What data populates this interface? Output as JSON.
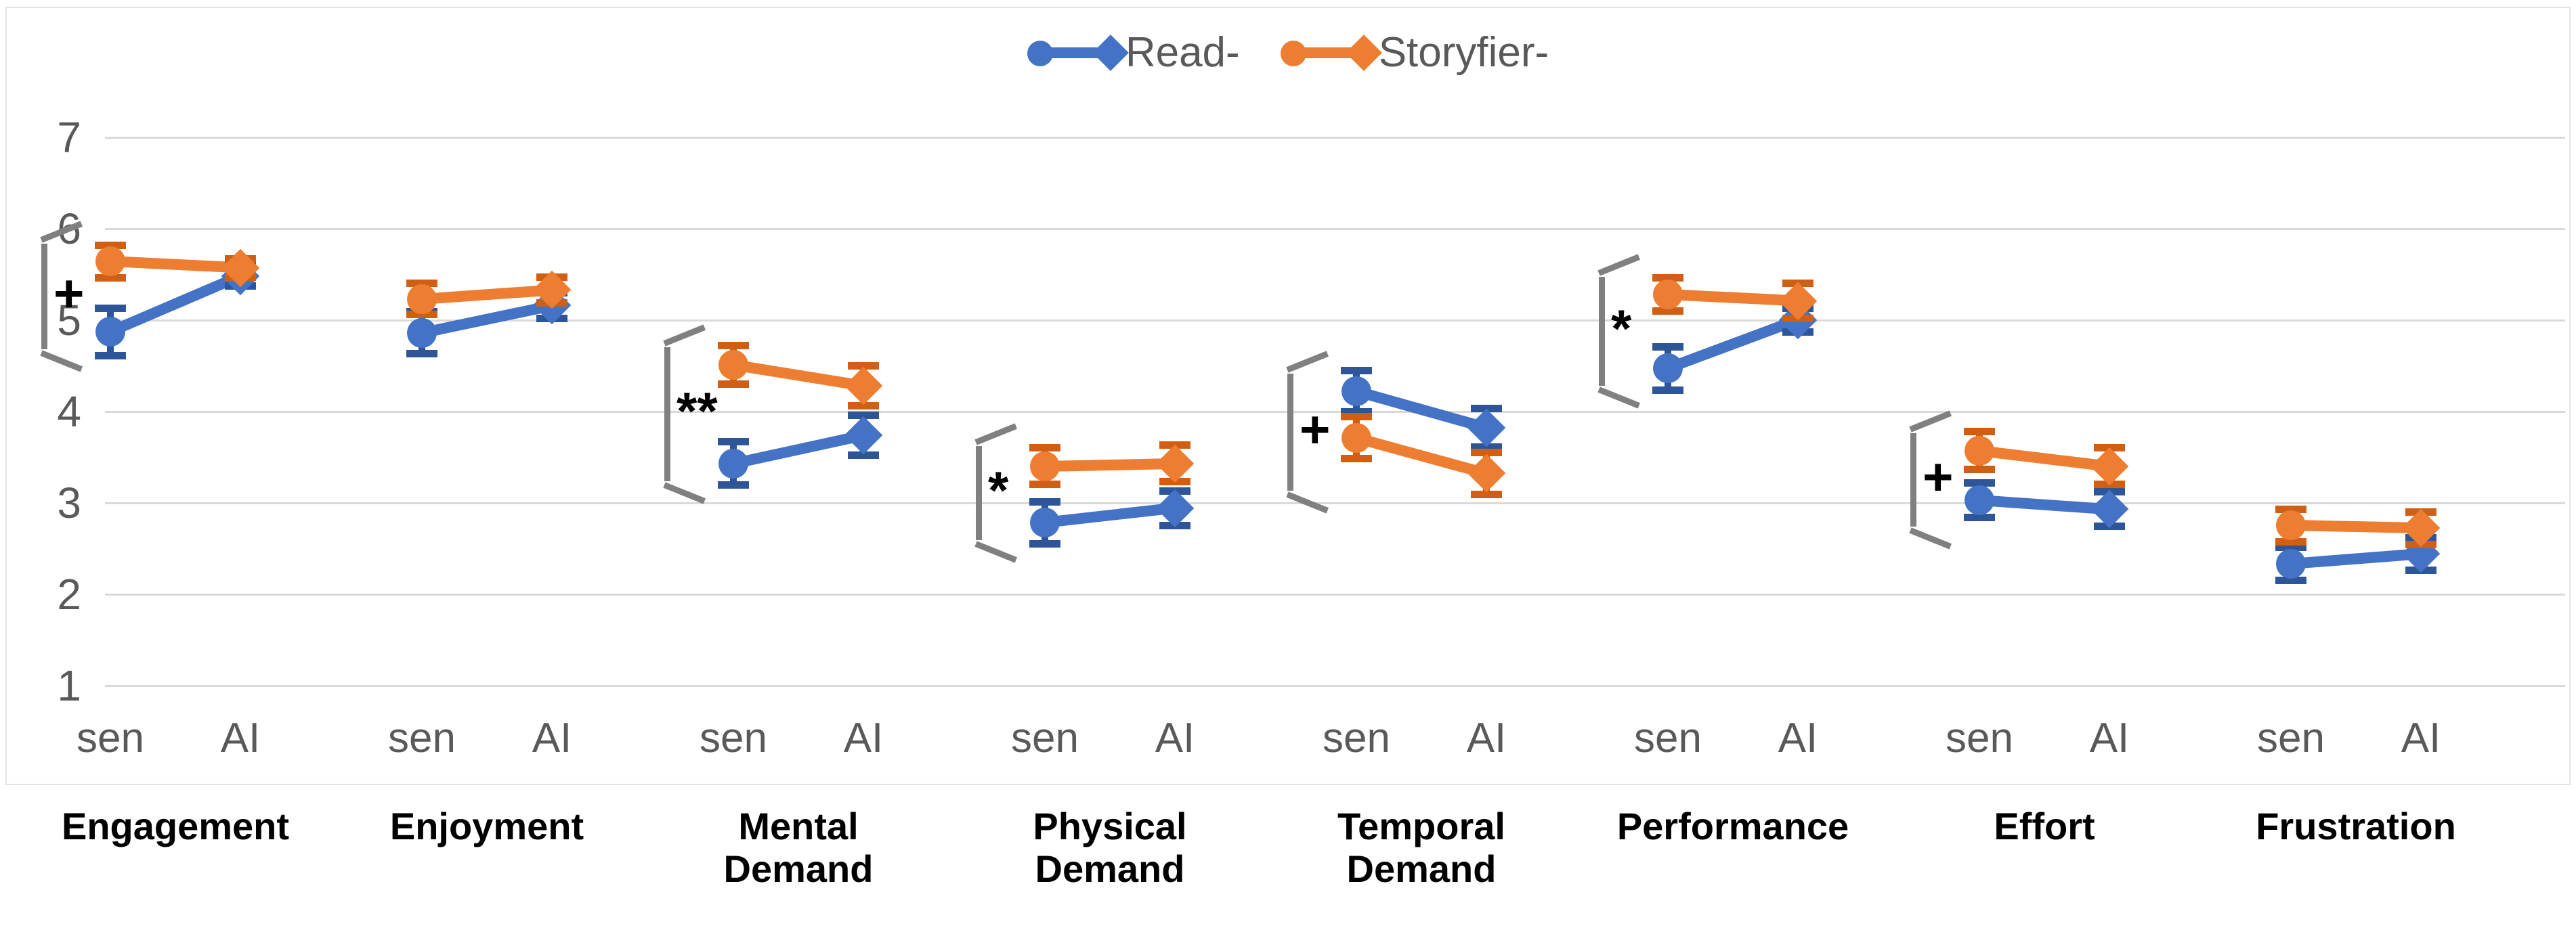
{
  "chart_data": {
    "type": "line",
    "title": "",
    "xlabel": "",
    "ylabel": "",
    "ylim": [
      1,
      7
    ],
    "yticks": [
      "1",
      "2",
      "3",
      "4",
      "5",
      "6",
      "7"
    ],
    "grid": true,
    "legend_position": "top-center",
    "legend": [
      {
        "name": "Read-",
        "color": "#4472C4"
      },
      {
        "name": "Storyfier-",
        "color": "#ED7D31"
      }
    ],
    "x_conditions": [
      "sen",
      "AI"
    ],
    "categories": [
      "Engagement",
      "Enjoyment",
      "Mental Demand",
      "Physical Demand",
      "Temporal Demand",
      "Performance",
      "Effort",
      "Frustration"
    ],
    "category_lines": [
      [
        "Engagement"
      ],
      [
        "Enjoyment"
      ],
      [
        "Mental",
        "Demand"
      ],
      [
        "Physical",
        "Demand"
      ],
      [
        "Temporal",
        "Demand"
      ],
      [
        "Performance"
      ],
      [
        "Effort"
      ],
      [
        "Frustration"
      ]
    ],
    "significance": [
      "+",
      "",
      "**",
      "*",
      "+",
      "*",
      "+",
      ""
    ],
    "series": [
      {
        "name": "Read-",
        "color": "#4472C4",
        "errcolor": "#2E5597",
        "marker": [
          "circle",
          "diamond"
        ],
        "values": [
          [
            4.87,
            5.48
          ],
          [
            4.86,
            5.16
          ],
          [
            3.43,
            3.74
          ],
          [
            2.78,
            2.94
          ],
          [
            4.22,
            3.82
          ],
          [
            4.47,
            5.0
          ],
          [
            3.03,
            2.93
          ],
          [
            2.33,
            2.44
          ]
        ],
        "errors": [
          [
            0.3,
            0.15
          ],
          [
            0.27,
            0.18
          ],
          [
            0.28,
            0.26
          ],
          [
            0.27,
            0.23
          ],
          [
            0.27,
            0.25
          ],
          [
            0.28,
            0.17
          ],
          [
            0.23,
            0.23
          ],
          [
            0.22,
            0.22
          ]
        ]
      },
      {
        "name": "Storyfier-",
        "color": "#ED7D31",
        "errcolor": "#D05F13",
        "marker": [
          "circle",
          "diamond"
        ],
        "values": [
          [
            5.64,
            5.57
          ],
          [
            5.23,
            5.33
          ],
          [
            4.51,
            4.28
          ],
          [
            3.4,
            3.43
          ],
          [
            3.71,
            3.32
          ],
          [
            5.28,
            5.21
          ],
          [
            3.57,
            3.4
          ],
          [
            2.75,
            2.72
          ]
        ],
        "errors": [
          [
            0.22,
            0.14
          ],
          [
            0.21,
            0.18
          ],
          [
            0.25,
            0.26
          ],
          [
            0.24,
            0.24
          ],
          [
            0.27,
            0.27
          ],
          [
            0.22,
            0.23
          ],
          [
            0.25,
            0.24
          ],
          [
            0.22,
            0.22
          ]
        ]
      }
    ]
  }
}
